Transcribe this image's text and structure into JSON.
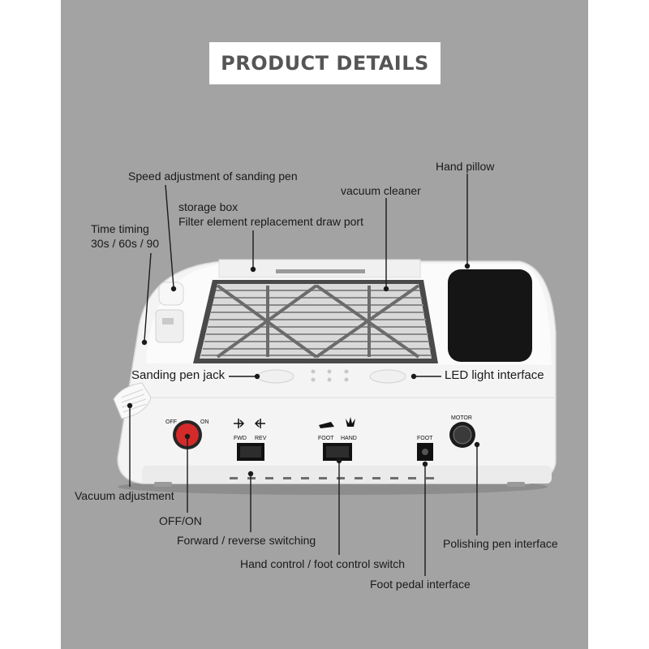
{
  "title": "PRODUCT DETAILS",
  "labels": {
    "speed_adjustment": "Speed adjustment of sanding pen",
    "hand_pillow": "Hand pillow",
    "vacuum_cleaner": "vacuum cleaner",
    "storage_box": "storage box",
    "filter_port": "Filter element replacement draw port",
    "time_timing_1": "Time timing",
    "time_timing_2": "30s / 60s / 90",
    "sanding_pen_jack": "Sanding pen jack",
    "led_interface": "LED light interface",
    "vacuum_adjustment": "Vacuum adjustment",
    "off_on": "OFF/ON",
    "forward_reverse": "Forward / reverse switching",
    "hand_foot_switch": "Hand control / foot control switch",
    "foot_pedal": "Foot pedal interface",
    "polishing_pen": "Polishing pen interface"
  },
  "panel_text": {
    "off": "OFF",
    "on": "ON",
    "fwd": "FWD",
    "rev": "REV",
    "foot": "FOOT",
    "hand": "HAND",
    "foot_port": "FOOT",
    "motor": "MOTOR"
  },
  "colors": {
    "background": "#a3a3a3",
    "device_body": "#f4f4f4",
    "power_button": "#d42a2a",
    "hand_pillow_pad": "#151515"
  }
}
